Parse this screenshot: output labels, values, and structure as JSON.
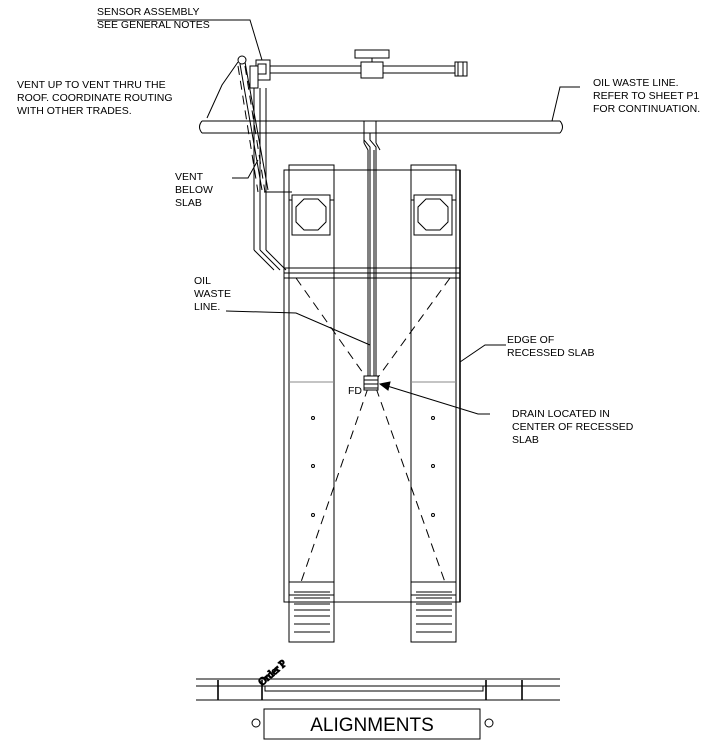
{
  "annotations": {
    "sensor": [
      "SENSOR ASSEMBLY",
      "SEE GENERAL NOTES"
    ],
    "vent_up": [
      "VENT UP TO VENT THRU THE",
      "ROOF. COORDINATE ROUTING",
      "WITH OTHER TRADES."
    ],
    "oil_waste_line_top": [
      "OIL WASTE LINE.",
      "REFER TO SHEET P1",
      "FOR CONTINUATION."
    ],
    "vent_below_slab": [
      "VENT",
      "BELOW",
      "SLAB"
    ],
    "oil_waste_line": [
      "OIL",
      "WASTE",
      "LINE."
    ],
    "edge_of_slab": [
      "EDGE OF",
      "RECESSED SLAB"
    ],
    "floor_drain_tag": "FD",
    "drain_located": [
      "DRAIN LOCATED IN",
      "CENTER OF RECESSED",
      "SLAB"
    ]
  },
  "title_block": {
    "label": "ALIGNMENTS"
  },
  "watermark": {
    "text": "Order P"
  },
  "colors": {
    "ink": "#000000",
    "paper": "#ffffff"
  }
}
